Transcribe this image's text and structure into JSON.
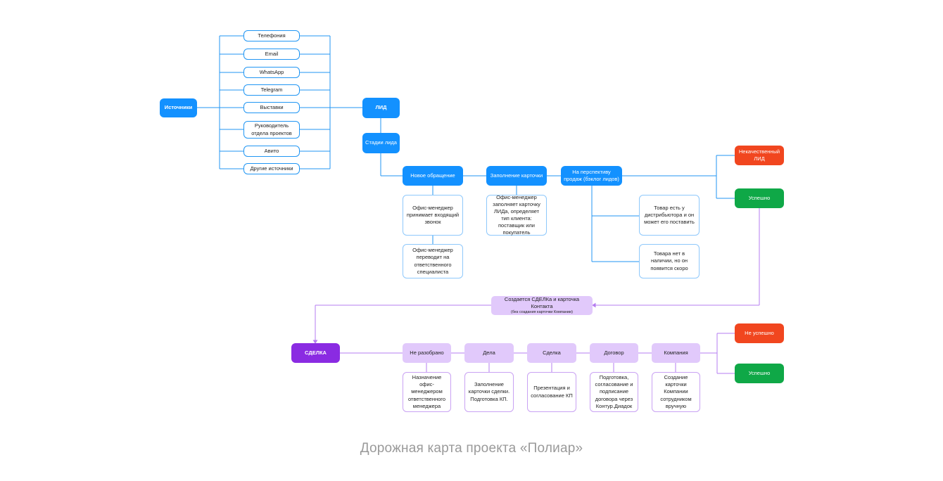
{
  "sources_label": "Источники",
  "sources": [
    "Телефония",
    "Email",
    "WhatsApp",
    "Telegram",
    "Выставки",
    "Руководитель отдела проектов",
    "Авито",
    "Другие источники"
  ],
  "lead": "ЛИД",
  "lead_stages": "Стадии лида",
  "stage_new": "Новое обращение",
  "stage_fill": "Заполнение карточки",
  "stage_backlog": "На перспективу продаж (бэклог лидов)",
  "note_new_1": "Офис-менеджер принимает входящий звонок",
  "note_new_2": "Офис-менеджер переводит на ответственного специалиста",
  "note_fill": "Офис-менеджер заполняет карточку ЛИДа, определяет тип клиента: поставщик или покупатель",
  "note_backlog_1": "Товар есть у дистрибьютора и он может его поставить",
  "note_backlog_2": "Товара нет в наличии, но он появится скоро",
  "lead_bad": "Некачественный ЛИД",
  "lead_success": "Успешно",
  "deal_created": "Создается СДЕЛКа и карточка Контакта",
  "deal_created_sub": "(без создания карточки Компании)",
  "deal": "СДЕЛКА",
  "deal_stages": [
    "Не разобрано",
    "Дела",
    "Сделка",
    "Договор",
    "Компания"
  ],
  "deal_notes": [
    "Назначение офис-менеджером ответственного менеджера",
    "Заполнение карточки сделки. Подготовка КП.",
    "Презентация и согласование КП",
    "Подготовка, согласование и подписание договора через Контур.Диадок",
    "Создание карточки Компании сотрудником вручную"
  ],
  "deal_fail": "Не успешно",
  "deal_success": "Успешно",
  "title": "Дорожная карта проекта «Полиар»",
  "colors": {
    "blue": "#1391ff",
    "red": "#f1461f",
    "green": "#0fa847",
    "purple": "#8a2be2",
    "lavender": "#e1c9fb",
    "line_blue": "#2196f3",
    "line_purple": "#b57cf0"
  }
}
